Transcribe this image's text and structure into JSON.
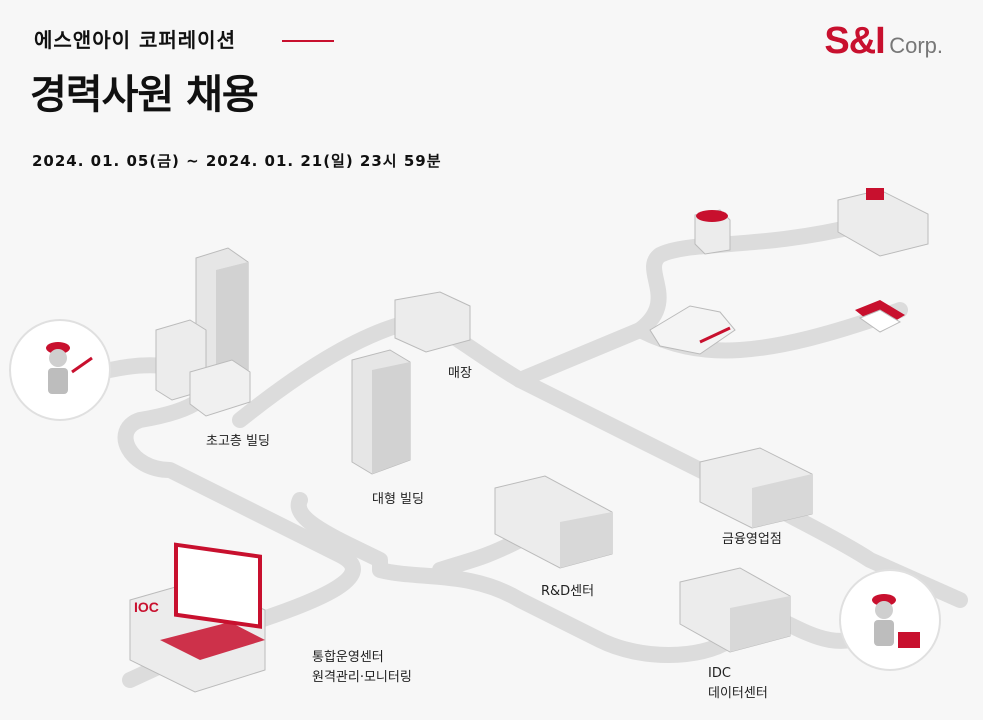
{
  "header": {
    "company": "에스앤아이 코퍼레이션",
    "headline": "경력사원 채용",
    "period": "2024. 01. 05(금)  ~  2024. 01. 21(일) 23시 59분"
  },
  "logo": {
    "main": "S&I",
    "corp": "Corp."
  },
  "labels": {
    "skyscraper": "초고층 빌딩",
    "large_building": "대형 빌딩",
    "store": "매장",
    "rnd": "R&D센터",
    "finance": "금융영업점",
    "ioc_line1": "통합운영센터",
    "ioc_line2": "원격관리·모니터링",
    "idc_line1": "IDC",
    "idc_line2": "데이터센터"
  },
  "colors": {
    "accent": "#c8102e",
    "road": "#dcdcdc",
    "building": "#e8e8e8"
  }
}
